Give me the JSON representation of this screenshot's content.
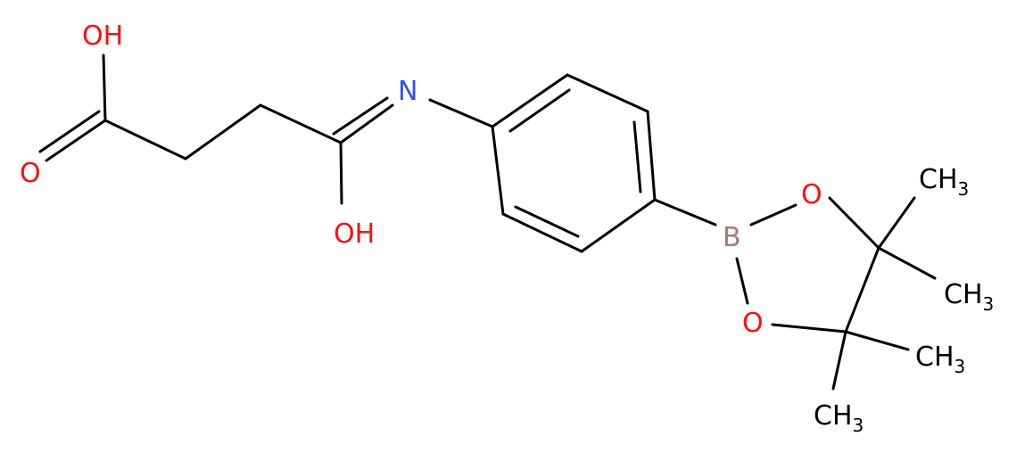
{
  "colors": {
    "carbon_bond": "#000000",
    "oxygen": "#ff0d0d",
    "nitrogen": "#3050f8",
    "boron": "#a87878",
    "carbon_label": "#000000"
  },
  "labels": {
    "acid_oh": "OH",
    "acid_o": "O",
    "imine_n": "N",
    "imidic_oh": "OH",
    "boron": "B",
    "ring_o_upper": "O",
    "ring_o_lower": "O",
    "methyl_1": "CH",
    "methyl_1_sub": "3",
    "methyl_2": "CH",
    "methyl_2_sub": "3",
    "methyl_3": "CH",
    "methyl_3_sub": "3",
    "methyl_4": "CH",
    "methyl_4_sub": "3"
  }
}
